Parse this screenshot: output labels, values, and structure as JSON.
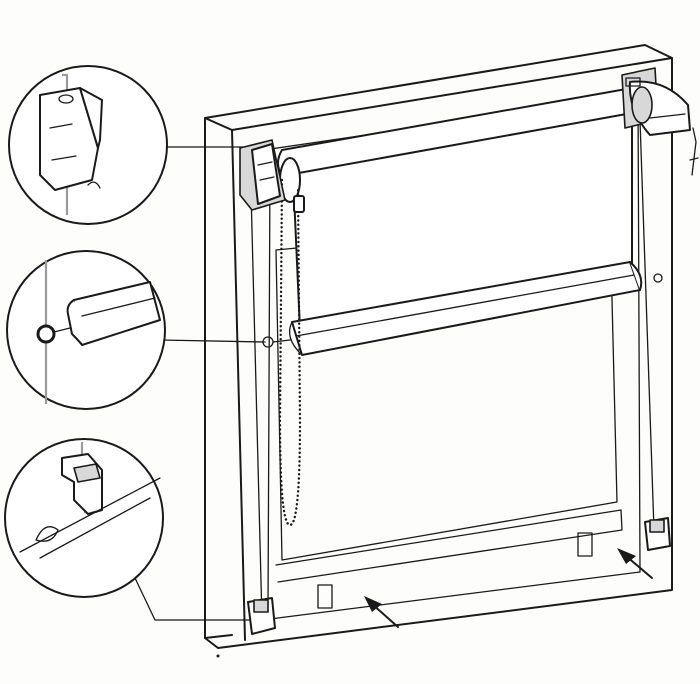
{
  "diagram": {
    "subject": "roller-blind-installation-on-window-sash",
    "callouts": [
      "top-bracket-detail",
      "cord-tensioner-detail",
      "bottom-fixing-clip-detail"
    ],
    "arrows": [
      "arrow-lower-left",
      "arrow-lower-right"
    ],
    "colors": {
      "line": "#1a1a1a",
      "guide": "#9a9a9a",
      "background": "#fdfdfc"
    }
  }
}
